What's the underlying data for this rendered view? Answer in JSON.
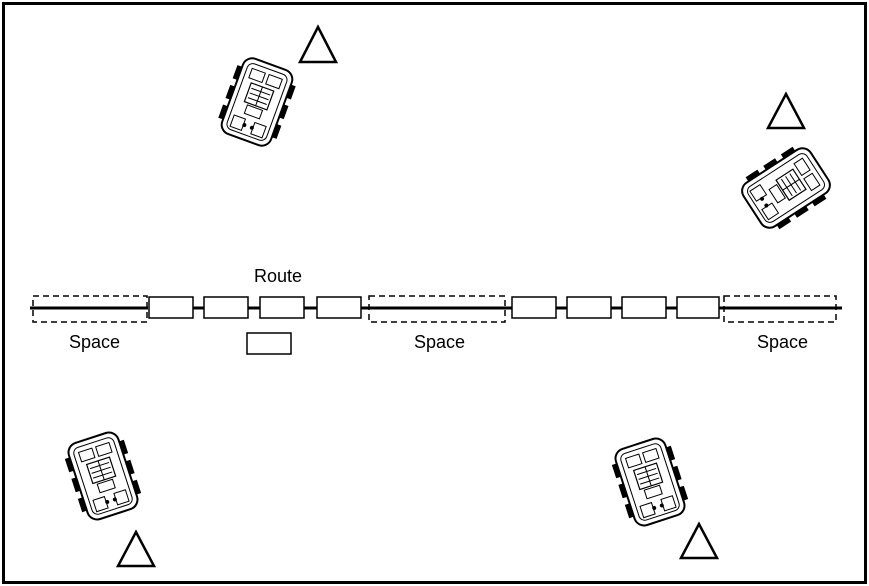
{
  "diagram": {
    "route_label": "Route",
    "space_labels": [
      "Space",
      "Space",
      "Space"
    ],
    "colors": {
      "stroke": "#000000",
      "background": "#ffffff"
    },
    "icons": {
      "vehicle": "robot-vehicle-icon",
      "marker": "triangle-marker-icon"
    }
  }
}
